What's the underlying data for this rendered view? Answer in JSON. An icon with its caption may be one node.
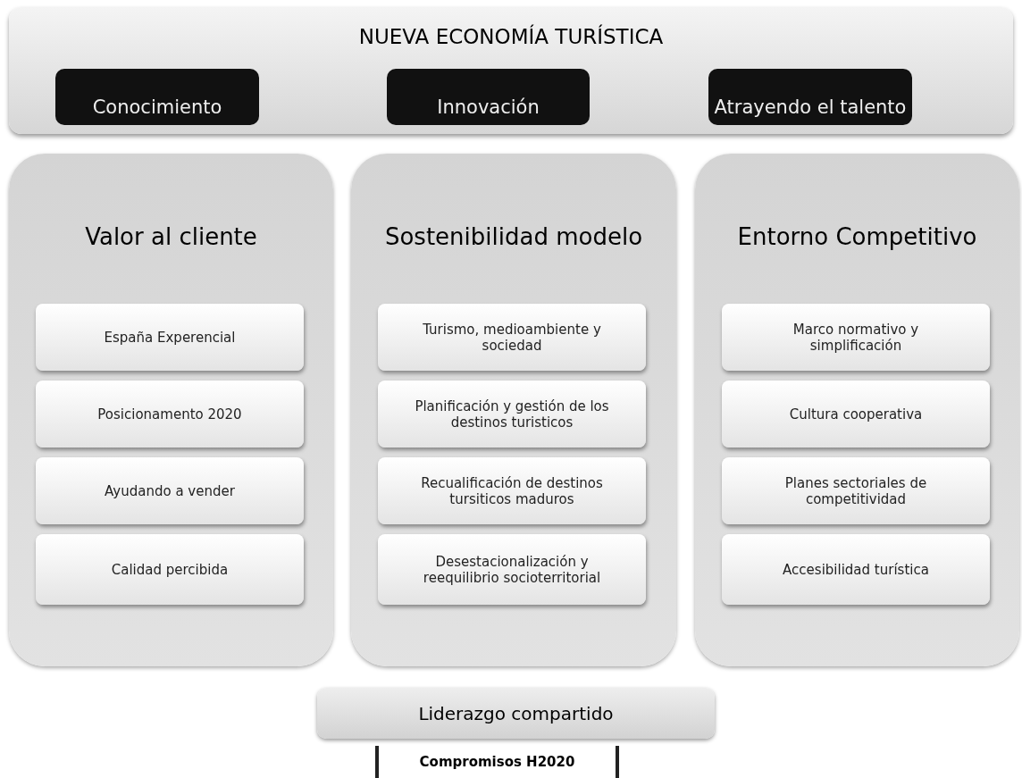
{
  "diagram": {
    "nodes": [
      {
        "text": [
          "NUEVA ECONOMÍA TURÍSTICA"
        ]
      },
      {
        "text": [
          "Conocimiento"
        ],
        "in": 0
      },
      {
        "text": [
          "Innovación"
        ],
        "in": 0
      },
      {
        "text": [
          "Atrayendo el talento"
        ],
        "in": 0
      },
      {
        "text": [
          "Valor al cliente"
        ]
      },
      {
        "text": [
          "España Experencial"
        ],
        "in": 4
      },
      {
        "text": [
          "Posicionamento 2020"
        ],
        "in": 4
      },
      {
        "text": [
          "Ayudando a vender"
        ],
        "in": 4
      },
      {
        "text": [
          "Calidad percibida"
        ],
        "in": 4
      },
      {
        "text": [
          "Sostenibilidad modelo"
        ]
      },
      {
        "text": [
          "Turismo, medioambiente y sociedad"
        ],
        "in": 9
      },
      {
        "text": [
          "Planificación y gestión de los destinos turisticos"
        ],
        "in": 9
      },
      {
        "text": [
          "Recualificación de destinos tursiticos maduros"
        ],
        "in": 9
      },
      {
        "text": [
          "Desestacionalización y reequilibrio socioterritorial"
        ],
        "in": 9
      },
      {
        "text": [
          "Entorno Competitivo"
        ]
      },
      {
        "text": [
          "Marco normativo y simplificación"
        ],
        "in": 14
      },
      {
        "text": [
          "Cultura cooperativa"
        ],
        "in": 14
      },
      {
        "text": [
          "Planes sectoriales de competitividad"
        ],
        "in": 14
      },
      {
        "text": [
          "Accesibilidad turística"
        ],
        "in": 14
      },
      {
        "text": [
          "Liderazgo compartido"
        ]
      },
      {
        "text": [
          "Compromisos H2020"
        ]
      }
    ],
    "edges": []
  }
}
